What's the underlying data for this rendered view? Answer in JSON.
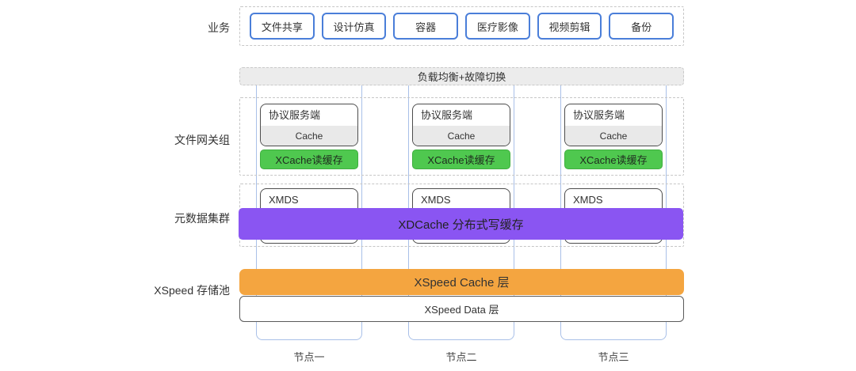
{
  "side_labels": {
    "business": "业务",
    "gateway_group": "文件网关组",
    "metadata_cluster": "元数据集群",
    "xspeed_pool": "XSpeed 存储池"
  },
  "business_apps": [
    "文件共享",
    "设计仿真",
    "容器",
    "医疗影像",
    "视频剪辑",
    "备份"
  ],
  "load_balancer": {
    "label": "负载均衡+故障切换"
  },
  "node_components": {
    "protocol_server": "协议服务端",
    "cache": "Cache",
    "xcache_read": "XCache读缓存",
    "xmds": "XMDS"
  },
  "overlays": {
    "xdcache": "XDCache 分布式写缓存",
    "xspeed_cache": "XSpeed Cache 层",
    "xspeed_data": "XSpeed Data 层"
  },
  "nodes": [
    {
      "name": "节点一"
    },
    {
      "name": "节点二"
    },
    {
      "name": "节点三"
    }
  ],
  "colors": {
    "business_box_border": "#4a7ed9",
    "node_column_border": "#a9c0e8",
    "dashed_border": "#c6c6c6",
    "load_balancer_fill": "#ececec",
    "cache_strip_fill": "#e9e9e9",
    "xcache_green": "#4fc84f",
    "xdcache_purple": "#8a55f2",
    "xspeed_orange": "#f4a540",
    "dark_box_border": "#4d4d4d",
    "text": "#333333"
  }
}
